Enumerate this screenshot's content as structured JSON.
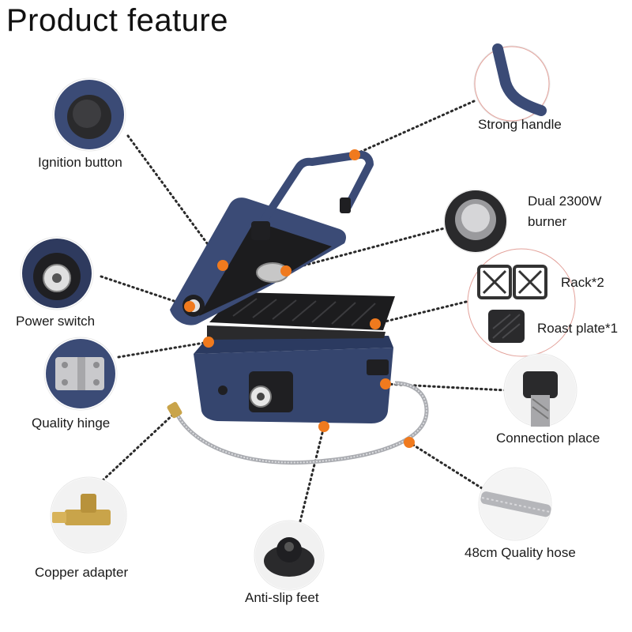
{
  "title": "Product  feature",
  "colors": {
    "accent": "#f07a1e",
    "body": "#35456e",
    "dark": "#1f1f22"
  },
  "features": {
    "ignition_button": "Ignition button",
    "power_switch": "Power switch",
    "quality_hinge": "Quality hinge",
    "copper_adapter": "Copper adapter",
    "anti_slip_feet": "Anti-slip feet",
    "strong_handle": "Strong handle",
    "dual_burner": "Dual 2300W burner",
    "rack": "Rack*2",
    "roast_plate": "Roast plate*1",
    "connection_place": "Connection place",
    "quality_hose": "48cm Quality hose"
  }
}
